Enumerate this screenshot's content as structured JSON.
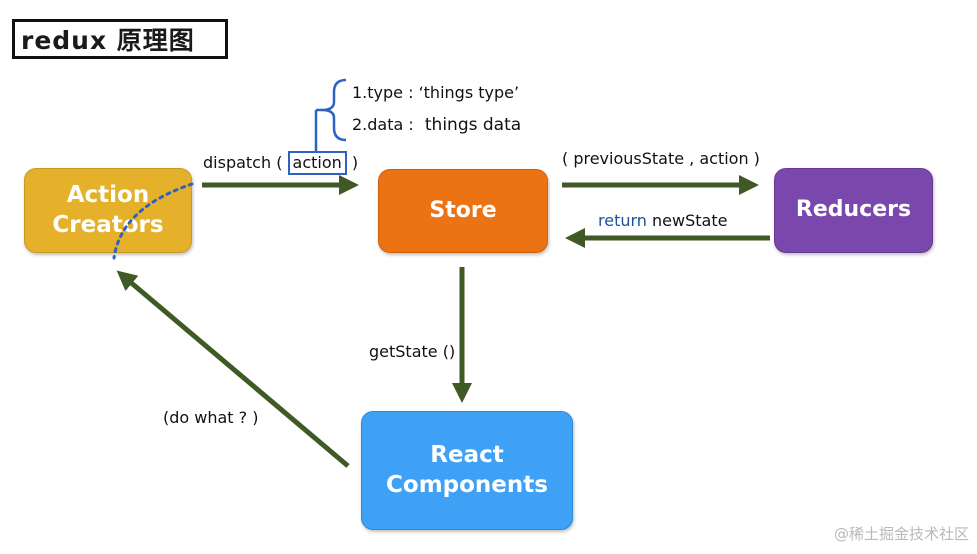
{
  "title": "redux 原理图",
  "nodes": {
    "action_creators": "Action\nCreators",
    "store": "Store",
    "reducers": "Reducers",
    "react_components": "React\nComponents"
  },
  "edges": {
    "dispatch_prefix": "dispatch (",
    "dispatch_arg": "action",
    "dispatch_suffix": ")",
    "reduce_call": "( previousState , action )",
    "return_keyword": "return",
    "return_value": "newState",
    "get_state": "getState ()",
    "do_what": "(do what ? )"
  },
  "action_fields": {
    "type": "1.type : ‘things type’",
    "data_key": "2.data :",
    "data_value": "things data"
  },
  "watermark": "@稀土掘金技术社区",
  "colors": {
    "action_creators": "#e6b12a",
    "store": "#ec7314",
    "reducers": "#7a48ad",
    "react_components": "#3ea1f6",
    "arrow": "#3f5a24",
    "accent_blue": "#2e62c0"
  }
}
